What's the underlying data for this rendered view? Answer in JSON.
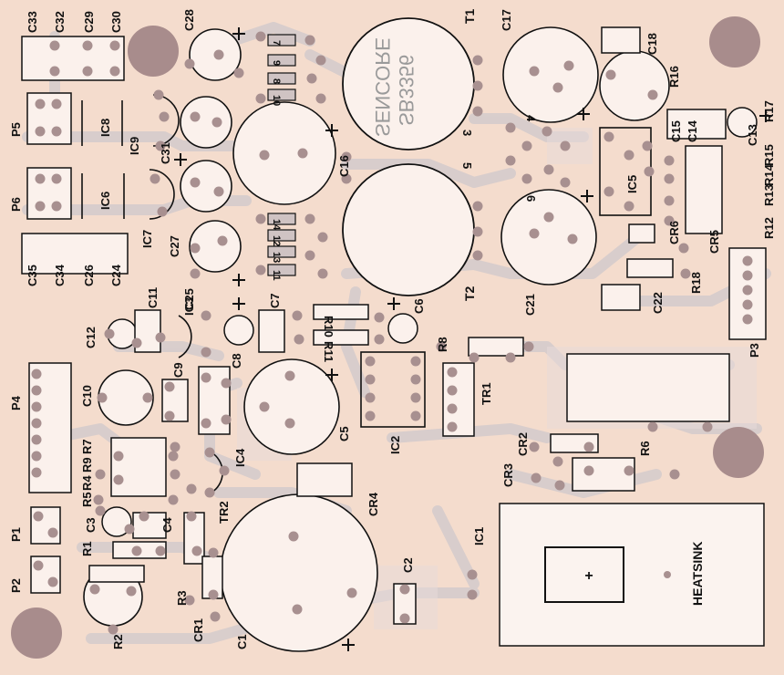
{
  "colors": {
    "board": "#f4dccd",
    "trace": "#d9cfcf",
    "pad": "#a89090",
    "ink": "#111111",
    "mount": "#a88c8c",
    "outline": "#ffffff"
  },
  "silk_logo": {
    "line1": "SB3356",
    "line2": "SENCORE"
  },
  "transformer_labels": {
    "t1": "T1",
    "t2": "T2"
  },
  "heatsink_label": "HEATSINK",
  "heatsink_mark": "+",
  "capacitor_labels": {
    "c33": "C33",
    "c32": "C32",
    "c29": "C29",
    "c30": "C30",
    "c28": "C28",
    "c31": "C31",
    "c27": "C27",
    "c25": "C25",
    "c16": "C16",
    "c17": "C17",
    "c18": "C18",
    "c15": "C15",
    "c14": "C14",
    "c13": "C13",
    "c21": "C21",
    "c22": "C22",
    "c35": "C35",
    "c34": "C34",
    "c26": "C26",
    "c24": "C24",
    "c11": "C11",
    "c12": "C12",
    "c7": "C7",
    "c6": "C6",
    "c8": "C8",
    "c9": "C9",
    "c10": "C10",
    "c5": "C5",
    "c3": "C3",
    "c4": "C4",
    "c2": "C2",
    "c1": "C1"
  },
  "resistor_labels": {
    "r17": "R17",
    "r16": "R16",
    "r15": "R15",
    "r14": "R14",
    "r13": "R13",
    "r12": "R12",
    "r18": "R18",
    "r10": "R10",
    "r11": "R11",
    "r8": "R8",
    "r7": "R7",
    "r9": "R9",
    "r4": "R4",
    "r5": "R5",
    "r6": "R6",
    "r1": "R1",
    "r2": "R2",
    "r3": "R3",
    "r_small_7": "7",
    "r_small_9": "9",
    "r_small_8": "8",
    "r_small_10": "10",
    "r_small_14": "14",
    "r_small_12": "12",
    "r_small_13": "13",
    "r_small_11": "11"
  },
  "ic_labels": {
    "ic8": "IC8",
    "ic9": "IC9",
    "ic6": "IC6",
    "ic7": "IC7",
    "ic3": "IC3",
    "ic5": "IC5",
    "ic4": "IC4",
    "ic2": "IC2",
    "ic1": "IC1"
  },
  "connector_labels": {
    "p5": "P5",
    "p6": "P6",
    "p4": "P4",
    "p1": "P1",
    "p2": "P2",
    "p3": "P3"
  },
  "diode_labels": {
    "cr6": "CR6",
    "cr5": "CR5",
    "cr2": "CR2",
    "cr3": "CR3",
    "cr4": "CR4",
    "cr1": "CR1"
  },
  "transistor_labels": {
    "tr1": "TR1",
    "tr2": "TR2"
  },
  "misc_digits": {
    "d3": "3",
    "d4": "4",
    "d5": "5",
    "d6": "6"
  }
}
